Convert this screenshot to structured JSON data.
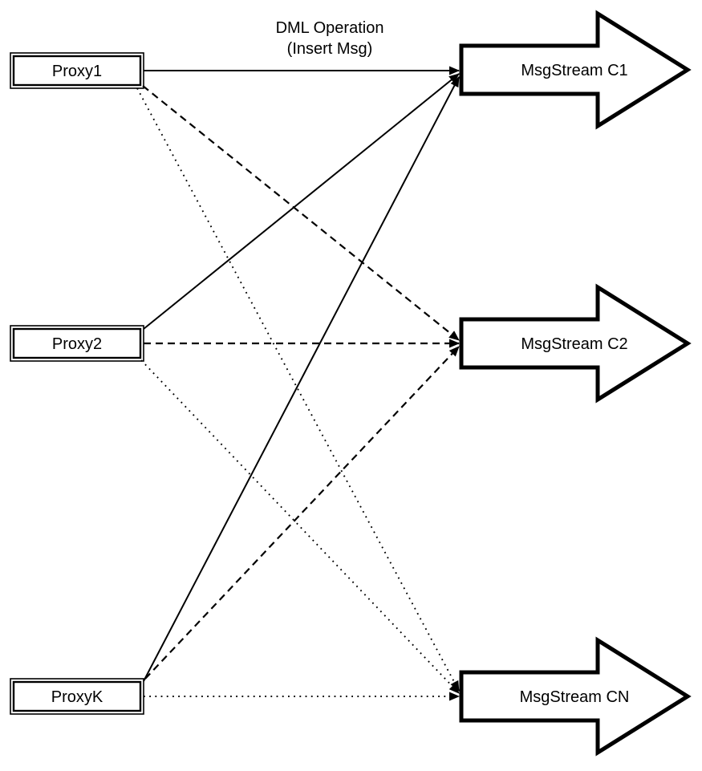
{
  "diagram": {
    "annotation": {
      "line1": "DML Operation",
      "line2": "(Insert Msg)"
    },
    "proxies": [
      {
        "id": "proxy1",
        "label": "Proxy1"
      },
      {
        "id": "proxy2",
        "label": "Proxy2"
      },
      {
        "id": "proxyk",
        "label": "ProxyK"
      }
    ],
    "streams": [
      {
        "id": "c1",
        "label": "MsgStream C1"
      },
      {
        "id": "c2",
        "label": "MsgStream C2"
      },
      {
        "id": "cn",
        "label": "MsgStream CN"
      }
    ],
    "edges": [
      {
        "from": "proxy1",
        "to": "c1",
        "style": "solid"
      },
      {
        "from": "proxy2",
        "to": "c1",
        "style": "solid"
      },
      {
        "from": "proxyk",
        "to": "c1",
        "style": "solid"
      },
      {
        "from": "proxy1",
        "to": "c2",
        "style": "dashed"
      },
      {
        "from": "proxy2",
        "to": "c2",
        "style": "dashed"
      },
      {
        "from": "proxyk",
        "to": "c2",
        "style": "dashed"
      },
      {
        "from": "proxy1",
        "to": "cn",
        "style": "dotted"
      },
      {
        "from": "proxy2",
        "to": "cn",
        "style": "dotted"
      },
      {
        "from": "proxyk",
        "to": "cn",
        "style": "dotted"
      }
    ],
    "colors": {
      "ink": "#000000",
      "background": "#ffffff"
    }
  }
}
